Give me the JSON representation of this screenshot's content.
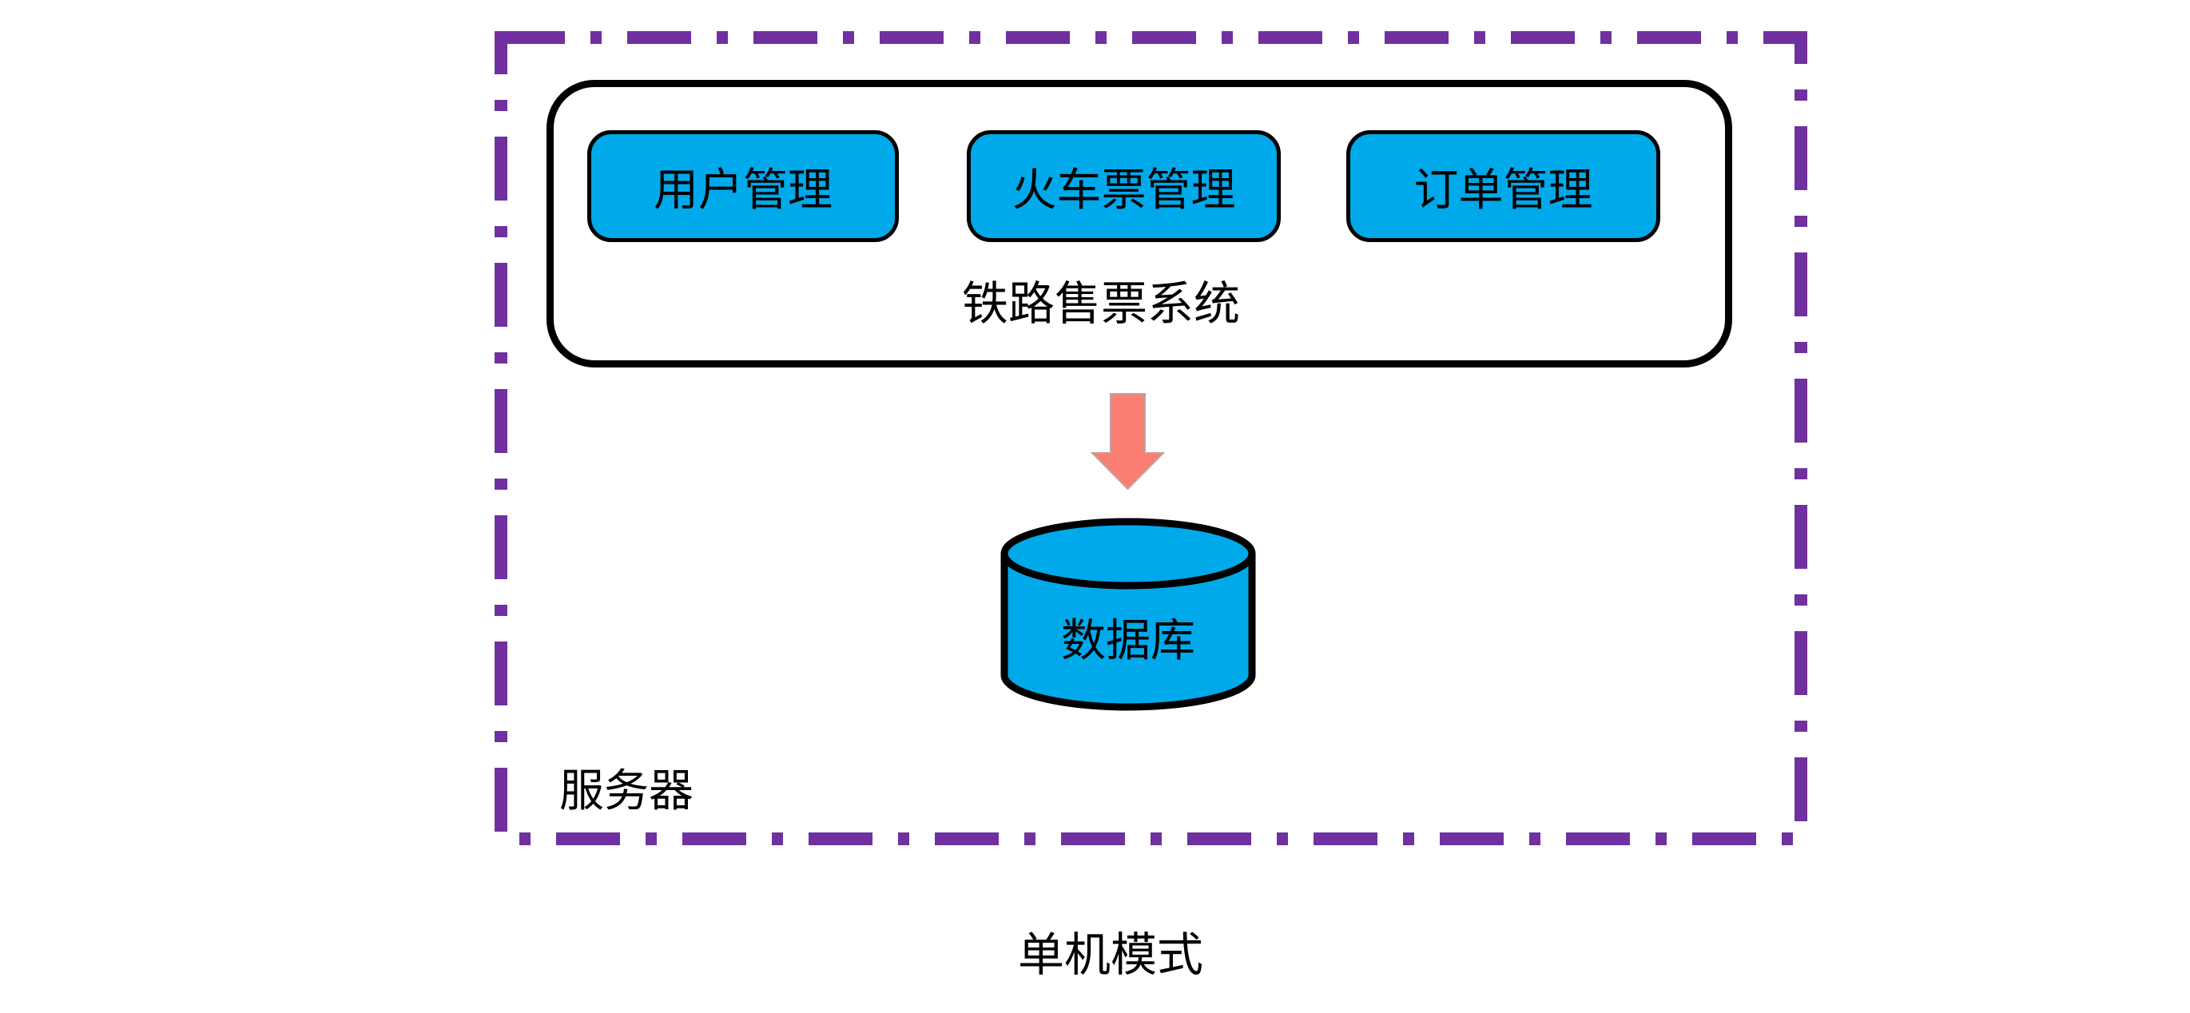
{
  "colors": {
    "boundary_purple": "#7030A0",
    "shape_blue": "#00A9EA",
    "arrow_salmon": "#FB7E74",
    "outline_black": "#000000",
    "background_white": "#ffffff"
  },
  "icons": {
    "arrow": "down-arrow-icon",
    "database": "database-cylinder-icon"
  },
  "diagram": {
    "server_group": {
      "label": "服务器"
    },
    "system_box": {
      "label": "铁路售票系统"
    },
    "modules": [
      {
        "label": "用户管理"
      },
      {
        "label": "火车票管理"
      },
      {
        "label": "订单管理"
      }
    ],
    "database": {
      "label": "数据库"
    },
    "caption": "单机模式"
  }
}
